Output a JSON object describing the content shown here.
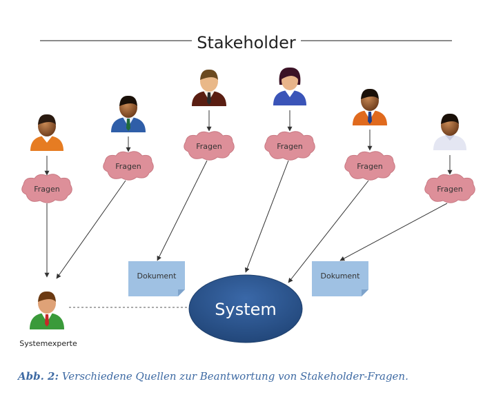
{
  "title": "Stakeholder",
  "question_label": "Fragen",
  "document_label": "Dokument",
  "system_label": "System",
  "expert_label": "Systemexperte",
  "caption": {
    "prefix": "Abb. 2:",
    "text": "Verschiedene Quellen zur Beantwortung von Stakeholder-Fragen."
  },
  "colors": {
    "cloud": "#dd8f99",
    "document": "#9fc1e3",
    "system": "#2c5289",
    "caption": "#3e6aa3"
  }
}
